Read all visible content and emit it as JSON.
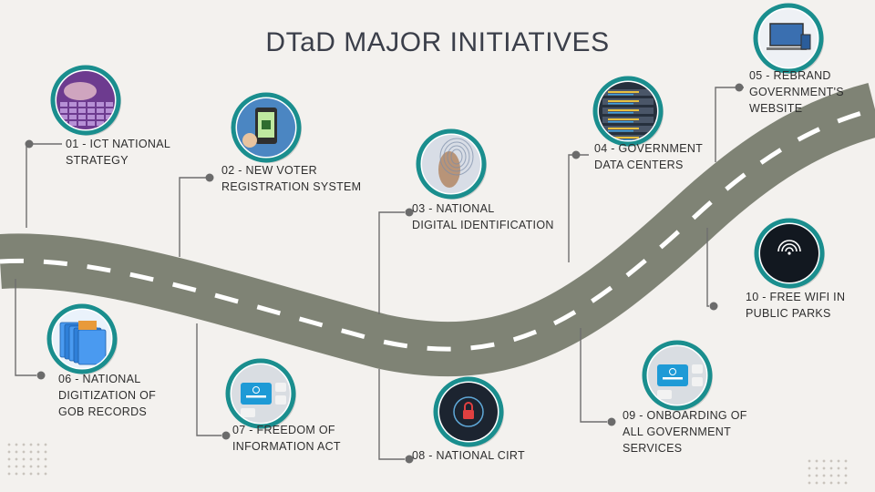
{
  "title": "DTaD MAJOR INITIATIVES",
  "colors": {
    "road": "#7f8375",
    "ring": "#1a8e8e",
    "connector": "#6e6e6e",
    "background": "#f3f1ee"
  },
  "initiatives": [
    {
      "lines": [
        "01 - ICT NATIONAL",
        "STRATEGY"
      ],
      "icon": "keyboard-typing-icon"
    },
    {
      "lines": [
        "02 - NEW VOTER",
        "REGISTRATION SYSTEM"
      ],
      "icon": "phone-voter-icon"
    },
    {
      "lines": [
        "03 - NATIONAL",
        "DIGITAL IDENTIFICATION"
      ],
      "icon": "fingerprint-icon"
    },
    {
      "lines": [
        "04 - GOVERNMENT",
        "DATA CENTERS"
      ],
      "icon": "server-rack-icon"
    },
    {
      "lines": [
        "05 - REBRAND",
        "GOVERNMENT'S",
        "WEBSITE"
      ],
      "icon": "devices-website-icon"
    },
    {
      "lines": [
        "06 - NATIONAL",
        "DIGITIZATION OF",
        "GOB RECORDS"
      ],
      "icon": "folders-icon"
    },
    {
      "lines": [
        "07 - FREEDOM OF",
        "INFORMATION ACT"
      ],
      "icon": "information-key-icon"
    },
    {
      "lines": [
        "08 - NATIONAL CIRT"
      ],
      "icon": "security-lock-icon"
    },
    {
      "lines": [
        "09 - ONBOARDING OF",
        "ALL GOVERNMENT",
        "SERVICES"
      ],
      "icon": "information-key-icon"
    },
    {
      "lines": [
        "10 - FREE WIFI IN",
        "PUBLIC PARKS"
      ],
      "icon": "wifi-screen-icon"
    }
  ]
}
